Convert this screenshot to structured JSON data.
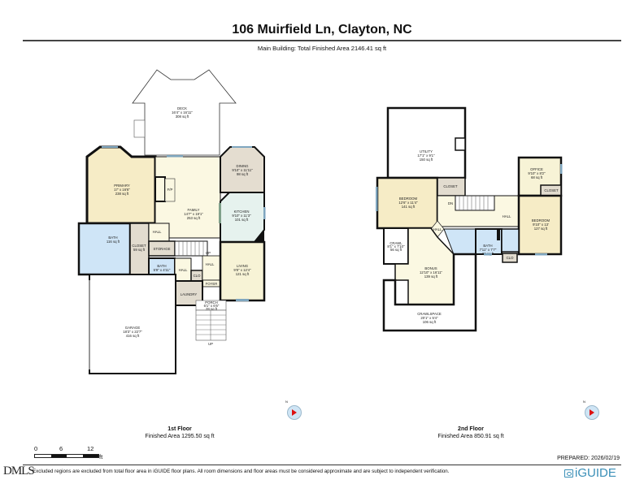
{
  "header": {
    "title": "106 Muirfield Ln, Clayton, NC",
    "subtitle": "Main Building: Total Finished Area 2146.41 sq ft"
  },
  "colors": {
    "wall": "#111111",
    "beige": "#f7f0cf",
    "light_yellow": "#fbf8e2",
    "tan": "#e2dccf",
    "blue": "#cfe5f7",
    "mint": "#e4f1ec",
    "window": "#7fa6bf",
    "brand": "#3a8fb7",
    "compass_red": "#dd1111"
  },
  "floors": [
    {
      "name": "1st Floor",
      "area": "Finished Area 1295.50 sq ft",
      "rooms": [
        {
          "name": "DECK",
          "dims": "16'4\" x 16'11\"",
          "area": "308 sq ft"
        },
        {
          "name": "PRIMARY",
          "dims": "17' x 16'6\"",
          "area": "238 sq ft"
        },
        {
          "name": "F/P",
          "dims": "",
          "area": ""
        },
        {
          "name": "FAMILY",
          "dims": "14'7\" x 19'1\"",
          "area": "253 sq ft"
        },
        {
          "name": "DINING",
          "dims": "9'10\" x 11'11\"",
          "area": "98 sq ft"
        },
        {
          "name": "KITCHEN",
          "dims": "9'10\" x 11'3\"",
          "area": "101 sq ft"
        },
        {
          "name": "BATH",
          "dims": "",
          "area": "116 sq ft"
        },
        {
          "name": "CLOSET",
          "dims": "",
          "area": "59 sq ft"
        },
        {
          "name": "HALL",
          "dims": "",
          "area": ""
        },
        {
          "name": "STORAGE",
          "dims": "",
          "area": ""
        },
        {
          "name": "BATH",
          "dims": "5'9\" x 4'11\"",
          "area": ""
        },
        {
          "name": "HALL",
          "dims": "",
          "area": ""
        },
        {
          "name": "CLO",
          "dims": "",
          "area": ""
        },
        {
          "name": "HALL",
          "dims": "",
          "area": ""
        },
        {
          "name": "FOYER",
          "dims": "",
          "area": ""
        },
        {
          "name": "LIVING",
          "dims": "9'8\" x 12'4\"",
          "area": "121 sq ft"
        },
        {
          "name": "LAUNDRY",
          "dims": "",
          "area": ""
        },
        {
          "name": "PORCH",
          "dims": "6'1\" x 6'6\"",
          "area": "28 sq ft"
        },
        {
          "name": "GARAGE",
          "dims": "18'3\" x 22'7\"",
          "area": "416 sq ft"
        }
      ],
      "stair_labels": [
        "UP",
        "UP"
      ]
    },
    {
      "name": "2nd Floor",
      "area": "Finished Area 850.91 sq ft",
      "rooms": [
        {
          "name": "UTILITY",
          "dims": "17'1\" x 9'1\"",
          "area": "150 sq ft"
        },
        {
          "name": "BEDROOM",
          "dims": "12'6\" x 11'4\"",
          "area": "141 sq ft"
        },
        {
          "name": "CLOSET",
          "dims": "",
          "area": ""
        },
        {
          "name": "HALL",
          "dims": "",
          "area": ""
        },
        {
          "name": "OFFICE",
          "dims": "9'10\" x 8'2\"",
          "area": "68 sq ft"
        },
        {
          "name": "CLOSET",
          "dims": "",
          "area": ""
        },
        {
          "name": "BEDROOM",
          "dims": "9'10\" x 13'",
          "area": "127 sq ft"
        },
        {
          "name": "HALL",
          "dims": "",
          "area": ""
        },
        {
          "name": "CRAWL",
          "dims": "8'1\" x 7'10\"",
          "area": "56 sq ft"
        },
        {
          "name": "BONUS",
          "dims": "12'10\" x 16'11\"",
          "area": "139 sq ft"
        },
        {
          "name": "BATH",
          "dims": "7'11\" x 7'7\"",
          "area": "69 sq ft"
        },
        {
          "name": "CLO",
          "dims": "",
          "area": ""
        },
        {
          "name": "CRAWLSPACE",
          "dims": "20'1\" x 5'4\"",
          "area": "106 sq ft"
        }
      ],
      "stair_labels": [
        "DN"
      ]
    }
  ],
  "compass": {
    "north_label": "N"
  },
  "scale_bar": {
    "ticks": [
      "0",
      "6",
      "12"
    ],
    "unit": "ft"
  },
  "footer": {
    "prepared": "PREPARED: 2026/02/19",
    "disclaimer": "Excluded regions are excluded from total floor area in iGUIDE floor plans. All room dimensions and floor areas must be considered approximate and are subject to independent verification.",
    "watermark": "DMLS",
    "brand": "iGUIDE"
  }
}
